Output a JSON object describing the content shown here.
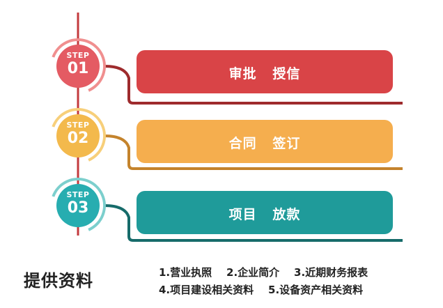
{
  "steps": [
    {
      "word": "STEP",
      "number": "01",
      "label": "审批   授信",
      "color": "#d94447",
      "dark": "#9e2b2d",
      "ring": "#f08f8f"
    },
    {
      "word": "STEP",
      "number": "02",
      "label": "合同   签订",
      "color": "#f5ae4e",
      "dark": "#c4832c",
      "ring": "#f7cf7a"
    },
    {
      "word": "STEP",
      "number": "03",
      "label": "项目   放款",
      "color": "#1f9b9a",
      "dark": "#166b6a",
      "ring": "#7ccfcd"
    }
  ],
  "materials": {
    "title": "提供资料",
    "line1": "1.营业执照    2.企业简介    3.近期财务报表",
    "line2": "4.项目建设相关资料    5.设备资产相关资料"
  }
}
